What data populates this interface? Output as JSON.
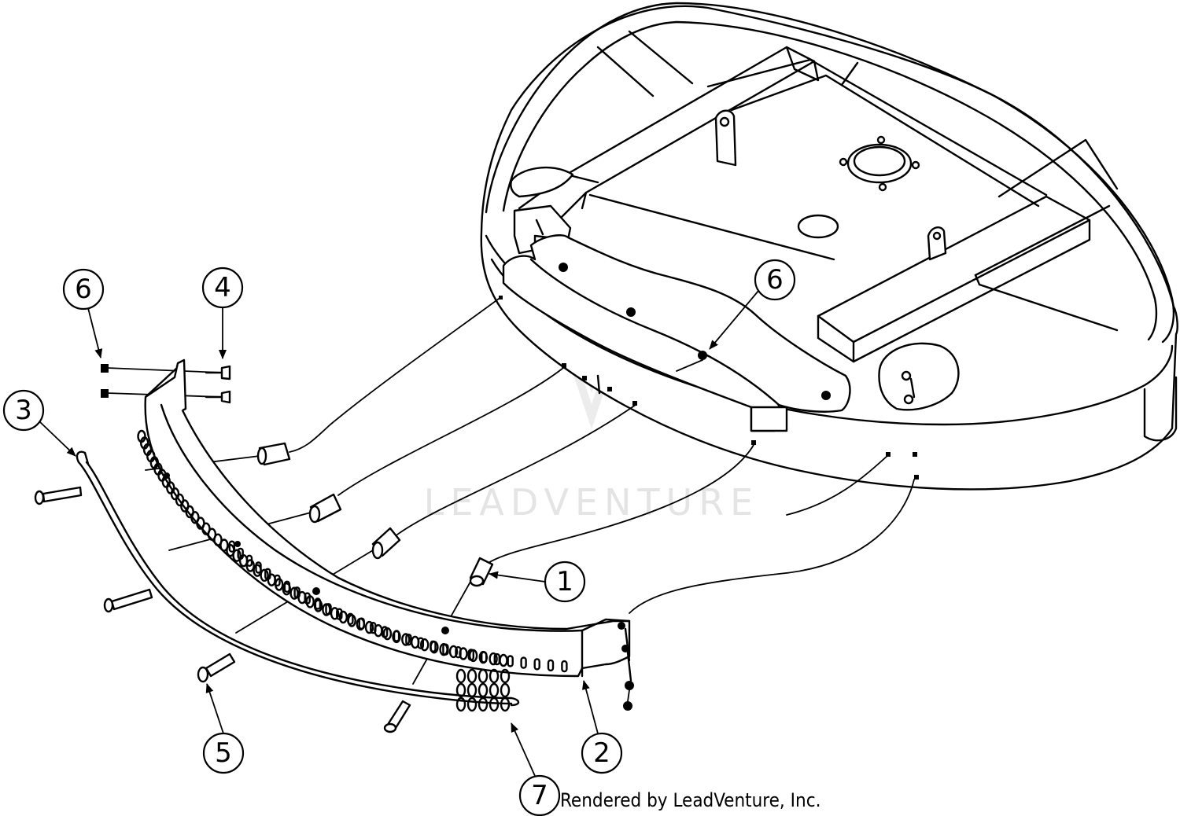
{
  "watermark": {
    "text": "LEADVENTURE"
  },
  "credit": {
    "text": "Rendered by LeadVenture, Inc."
  },
  "callouts": [
    {
      "label": "6"
    },
    {
      "label": "4"
    },
    {
      "label": "3"
    },
    {
      "label": "6"
    },
    {
      "label": "1"
    },
    {
      "label": "5"
    },
    {
      "label": "2"
    },
    {
      "label": "7"
    }
  ]
}
